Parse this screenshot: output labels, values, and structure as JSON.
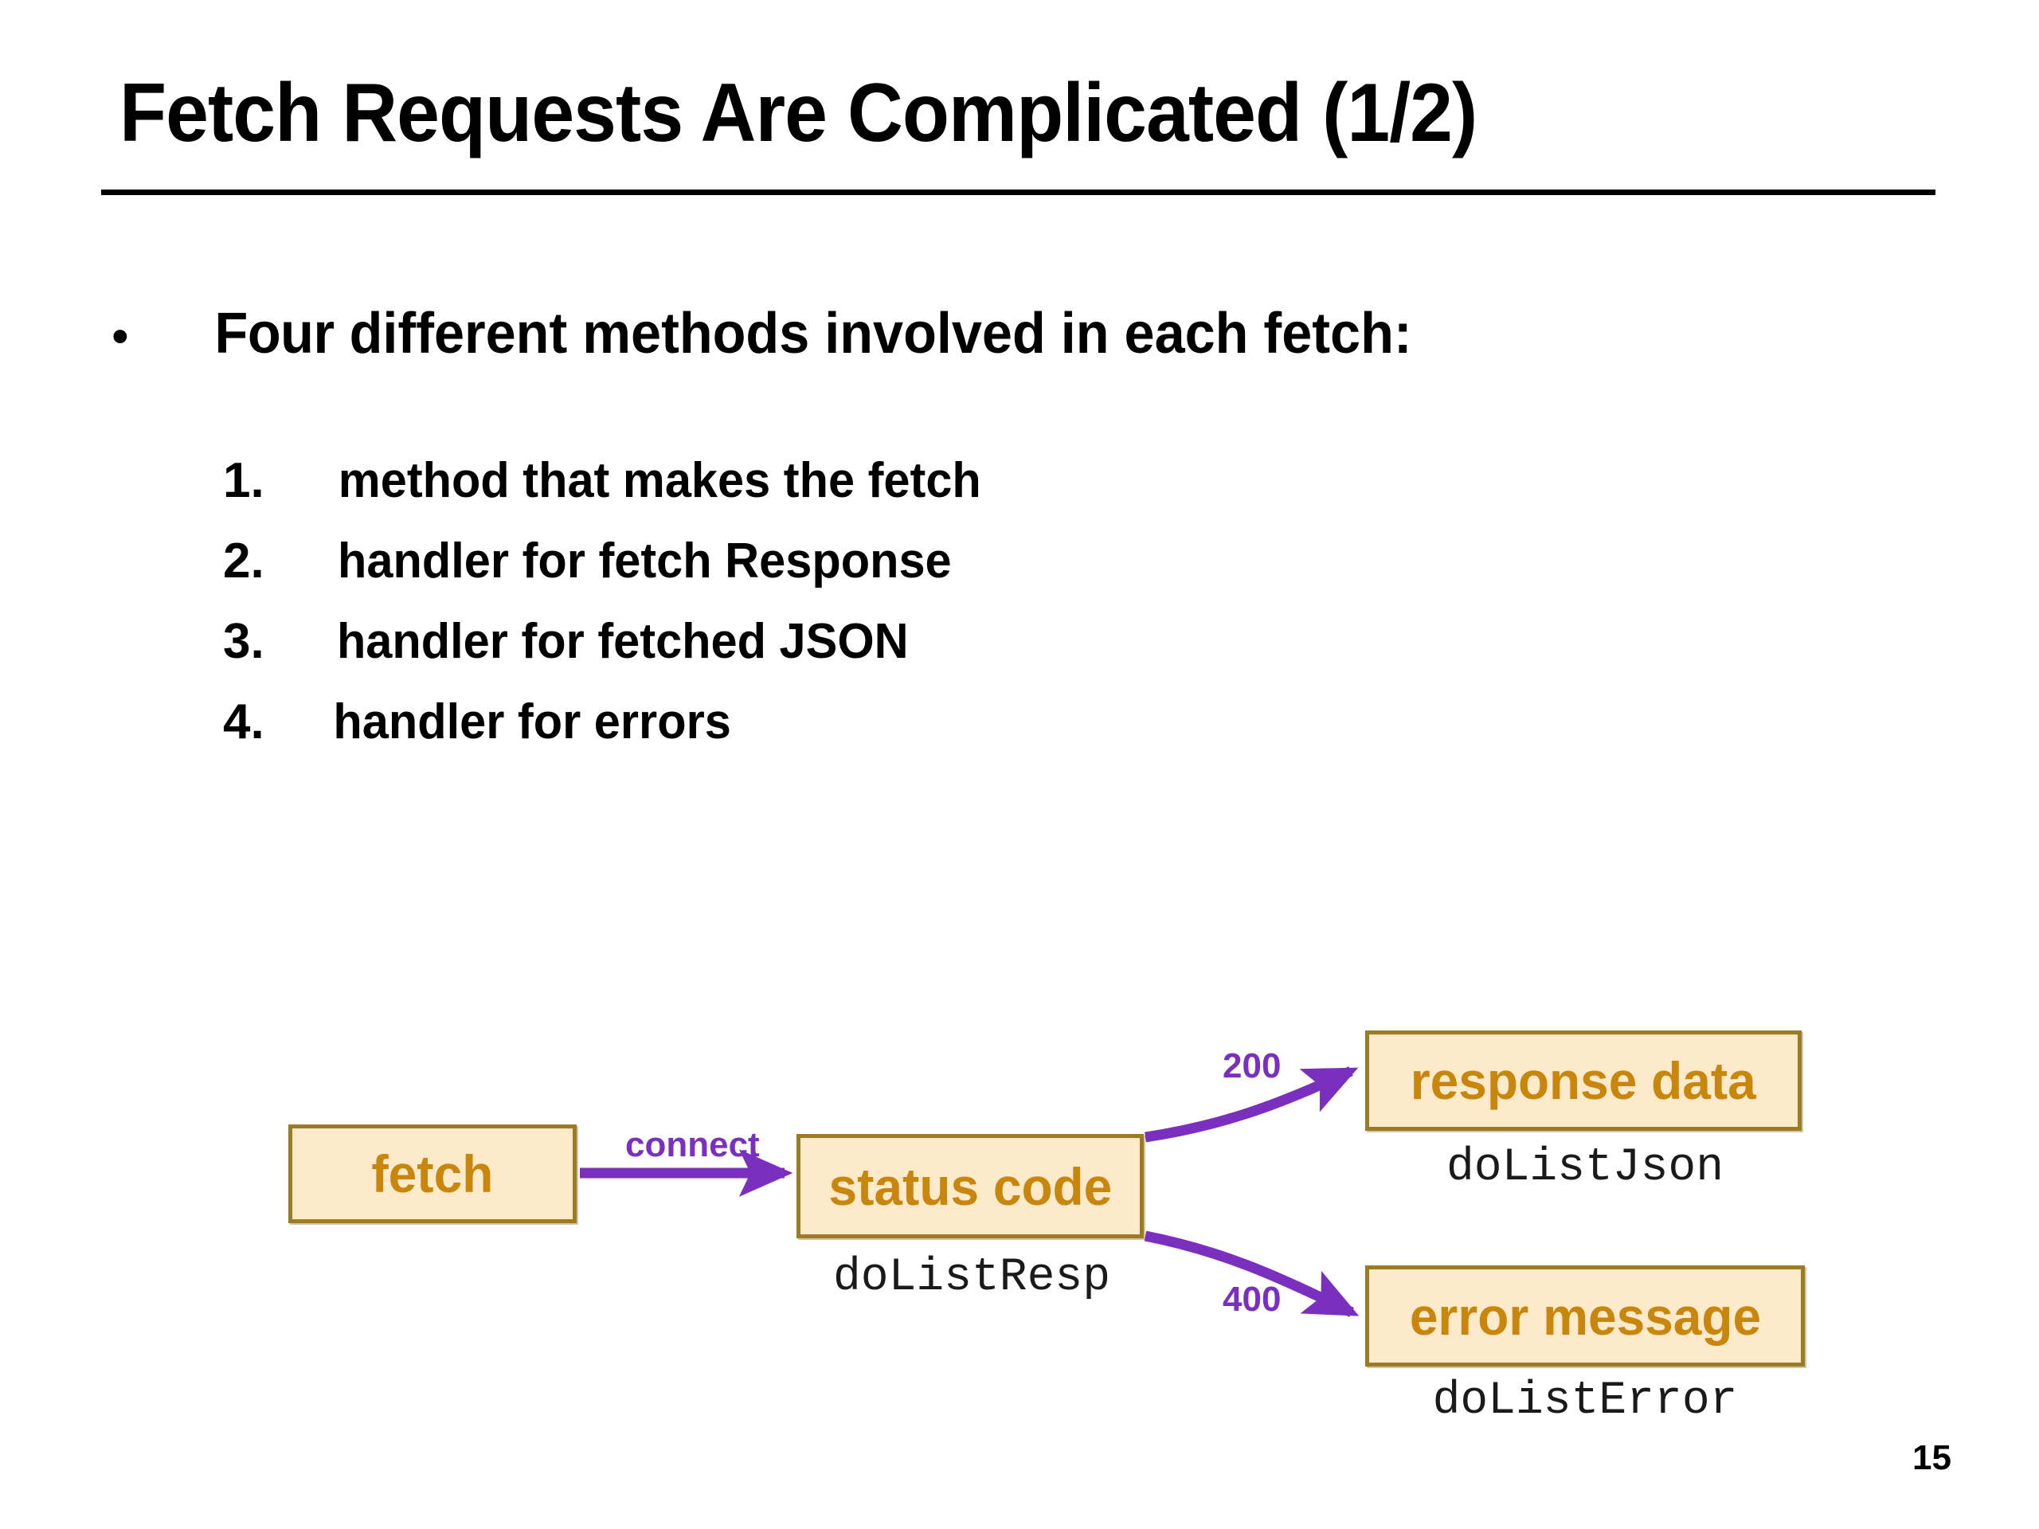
{
  "slide": {
    "title": "Fetch Requests Are Complicated (1/2)",
    "page_number": "15"
  },
  "bullet": {
    "marker": "•",
    "lead": "Four",
    "rest": " different methods involved in each fetch:"
  },
  "numbered_list": [
    {
      "index": "1.",
      "label": "method that makes the fetch"
    },
    {
      "index": "2.",
      "label": "handler for fetch Response"
    },
    {
      "index": "3.",
      "label": "handler for fetched JSON"
    },
    {
      "index": "4.",
      "label": "handler for errors"
    }
  ],
  "diagram": {
    "nodes": [
      {
        "id": "fetch",
        "label": "fetch",
        "caption": ""
      },
      {
        "id": "status",
        "label": "status code",
        "caption": "doListResp"
      },
      {
        "id": "response_data",
        "label": "response data",
        "caption": "doListJson"
      },
      {
        "id": "error_message",
        "label": "error message",
        "caption": "doListError"
      }
    ],
    "edges": [
      {
        "from": "fetch",
        "to": "status",
        "label": "connect"
      },
      {
        "from": "status",
        "to": "response_data",
        "label": "200"
      },
      {
        "from": "status",
        "to": "error_message",
        "label": "400"
      }
    ],
    "colors": {
      "box_fill": "#fceaca",
      "box_border": "#9b7b24",
      "box_text": "#c8860d",
      "arrow": "#7b2fbe",
      "caption_text": "#1a1a1a"
    }
  }
}
